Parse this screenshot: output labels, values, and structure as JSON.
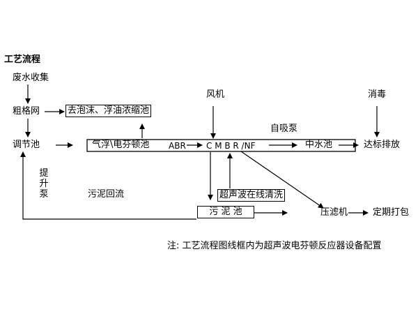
{
  "diagram": {
    "title": "工艺流程",
    "nodes": {
      "waste_water": "废水收集",
      "coarse_screen": "粗格网",
      "foam_tank": "去泡沫、浮油浓缩池",
      "regulating_tank": "调节池",
      "flotation_fenton": "气浮\\电芬顿池",
      "abr": "ABR",
      "cmbr": "C M B R /NF",
      "reclaimed_tank": "中水池",
      "discharge": "达标排放",
      "blower": "风机",
      "disinfection": "消毒",
      "self_priming_pump": "自吸泵",
      "lift_pump": "提升泵",
      "sludge_return": "污泥回流",
      "ultrasonic_cleaning": "超声波在线清洗",
      "sludge_tank": "污 泥 池",
      "filter_press": "压滤机",
      "packaging": "定期打包"
    },
    "note": "注:   工艺流程图线框内为超声波电芬顿反应器设备配置"
  }
}
